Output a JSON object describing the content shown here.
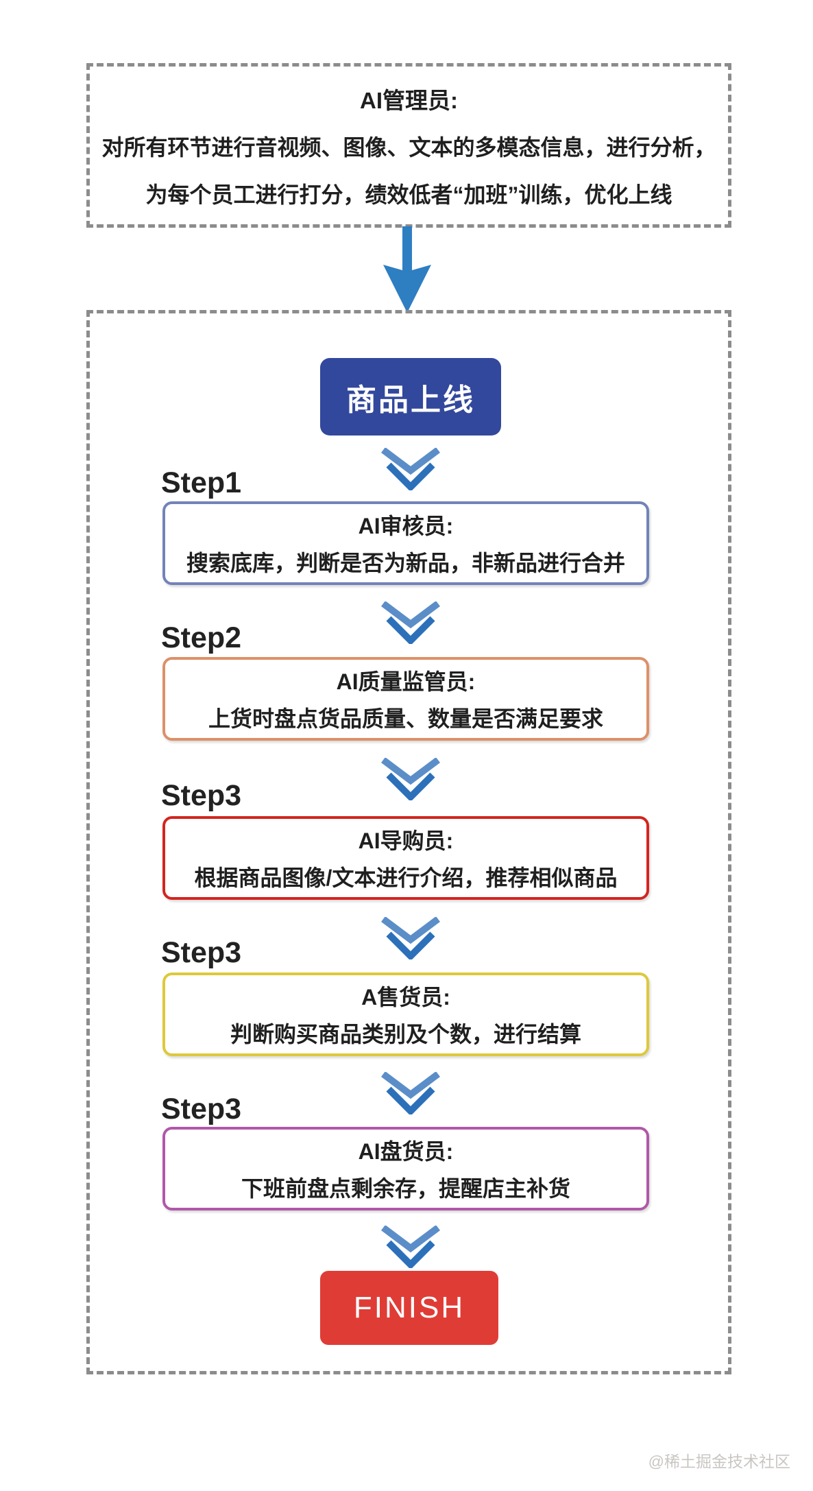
{
  "colors": {
    "dashed_border": "#8c8c8c",
    "arrow_blue": "#2e7ec2",
    "chevron_light": "#5b8ec8",
    "chevron_dark": "#2c70ba",
    "start_button_bg": "#32489c",
    "finish_button_bg": "#e03c36",
    "text": "#1f1f1f",
    "watermark": "#c9c6c2"
  },
  "admin_box": {
    "title": "AI管理员:",
    "line1": "对所有环节进行音视频、图像、文本的多模态信息，进行分析，",
    "line2": "为每个员工进行打分，绩效低者“加班”训练，优化上线"
  },
  "flow": {
    "start_label": "商品上线",
    "finish_label": "FINISH",
    "steps": [
      {
        "step": "Step1",
        "title": "AI审核员:",
        "desc": "搜索底库，判断是否为新品，非新品进行合并",
        "border": "#7283b8"
      },
      {
        "step": "Step2",
        "title": "AI质量监管员:",
        "desc": "上货时盘点货品质量、数量是否满足要求",
        "border": "#dd9069"
      },
      {
        "step": "Step3",
        "title": "AI导购员:",
        "desc": "根据商品图像/文本进行介绍，推荐相似商品",
        "border": "#d3251f"
      },
      {
        "step": "Step3",
        "title": "A售货员:",
        "desc": "判断购买商品类别及个数，进行结算",
        "border": "#ddc93a"
      },
      {
        "step": "Step3",
        "title": "AI盘货员:",
        "desc": "下班前盘点剩余存，提醒店主补货",
        "border": "#b058a8"
      }
    ]
  },
  "watermark": "@稀土掘金技术社区"
}
